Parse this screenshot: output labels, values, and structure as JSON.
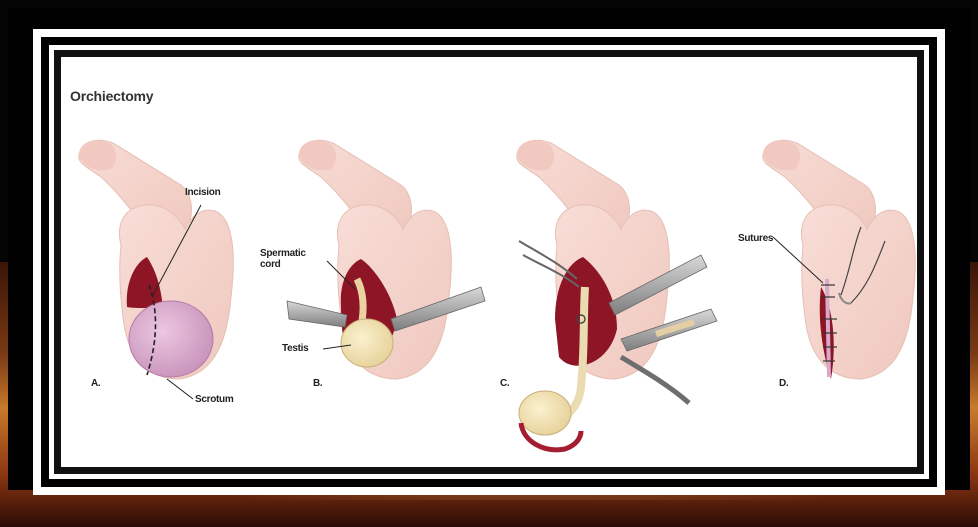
{
  "title": "Orchiectomy",
  "panels": [
    {
      "letter": "A.",
      "labels": [
        "Incision",
        "Scrotum"
      ]
    },
    {
      "letter": "B.",
      "labels": [
        "Spermatic cord",
        "Testis"
      ]
    },
    {
      "letter": "C.",
      "labels": []
    },
    {
      "letter": "D.",
      "labels": [
        "Sutures"
      ]
    }
  ],
  "colors": {
    "skin": "#f6d7d0",
    "skin_shadow": "#e8bdb2",
    "incision_red": "#8e1525",
    "scrotum_purple": "#d9a9cc",
    "testis": "#efe2b6",
    "instrument": "#9a9a9a",
    "background_band": "#c77a2a"
  }
}
